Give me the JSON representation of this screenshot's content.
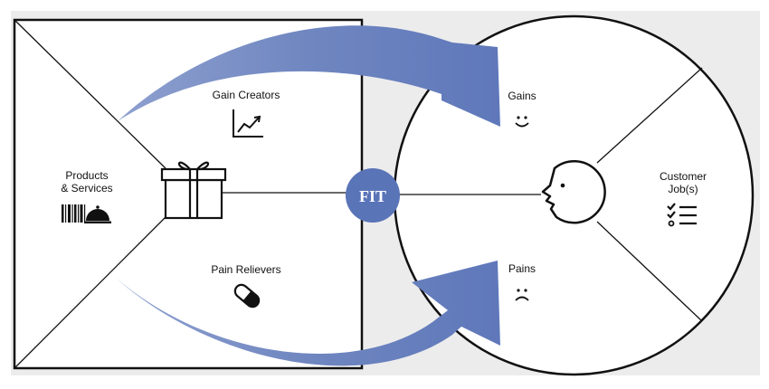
{
  "value_map": {
    "gain_creators_label": "Gain Creators",
    "products_services_label_line1": "Products",
    "products_services_label_line2": "& Services",
    "pain_relievers_label": "Pain Relievers"
  },
  "customer_profile": {
    "gains_label": "Gains",
    "pains_label": "Pains",
    "customer_jobs_label_line1": "Customer",
    "customer_jobs_label_line2": "Job(s)"
  },
  "fit_label": "FIT",
  "colors": {
    "background_panel": "#ececec",
    "outline": "#111111",
    "arrow": "#6f86c0",
    "fit_badge": "#5a74b8",
    "fit_text": "#ffffff"
  },
  "icons": {
    "gain_creators": "rising-chart-icon",
    "products_services": "barcode-cloche-icon",
    "pain_relievers": "pill-icon",
    "value_center": "gift-box-icon",
    "gains": "smile-face-icon",
    "pains": "frown-face-icon",
    "customer_center": "customer-head-icon",
    "customer_jobs": "checklist-icon"
  }
}
